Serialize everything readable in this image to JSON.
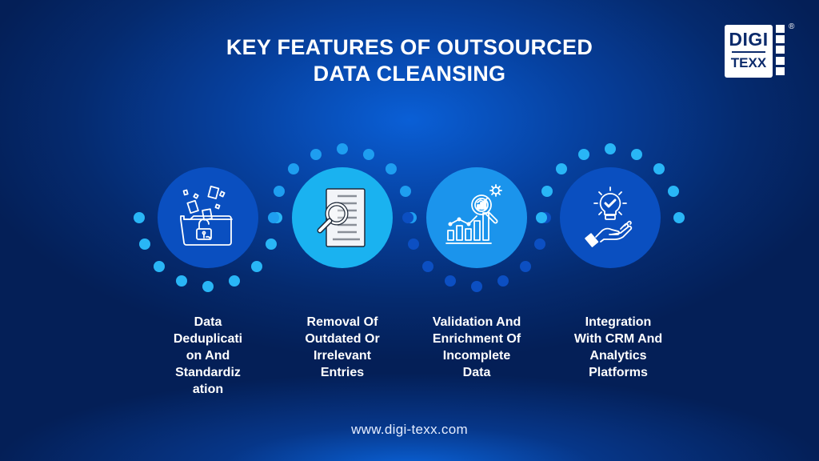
{
  "title": {
    "line1": "KEY FEATURES OF OUTSOURCED",
    "line2": "DATA CLEANSING"
  },
  "logo": {
    "top": "DIGI",
    "bottom": "TEXX",
    "registered": "®"
  },
  "features": [
    {
      "icon": "folder-unlock-icon",
      "label_lines": [
        "Data",
        "Deduplicati",
        "on And",
        "Standardiz",
        "ation"
      ],
      "circle_color": "#0a4fc0",
      "dots_color": "#29b6f6",
      "arc": "bottom"
    },
    {
      "icon": "document-search-icon",
      "label_lines": [
        "Removal Of",
        "Outdated Or",
        "Irrelevant",
        "Entries"
      ],
      "circle_color": "#1ab2f0",
      "dots_color": "#1e9ef0",
      "arc": "top"
    },
    {
      "icon": "chart-analysis-icon",
      "label_lines": [
        "Validation And",
        "Enrichment Of",
        "Incomplete",
        "Data"
      ],
      "circle_color": "#1b94ec",
      "dots_color": "#0c4fc2",
      "arc": "bottom"
    },
    {
      "icon": "idea-hand-icon",
      "label_lines": [
        "Integration",
        "With CRM And",
        "Analytics",
        "Platforms"
      ],
      "circle_color": "#0a4fc0",
      "dots_color": "#29b6f6",
      "arc": "top"
    }
  ],
  "footer": {
    "url": "www.digi-texx.com"
  },
  "colors": {
    "background_dark": "#041f57",
    "background_glow": "#0a5fd6",
    "text": "#ffffff"
  }
}
